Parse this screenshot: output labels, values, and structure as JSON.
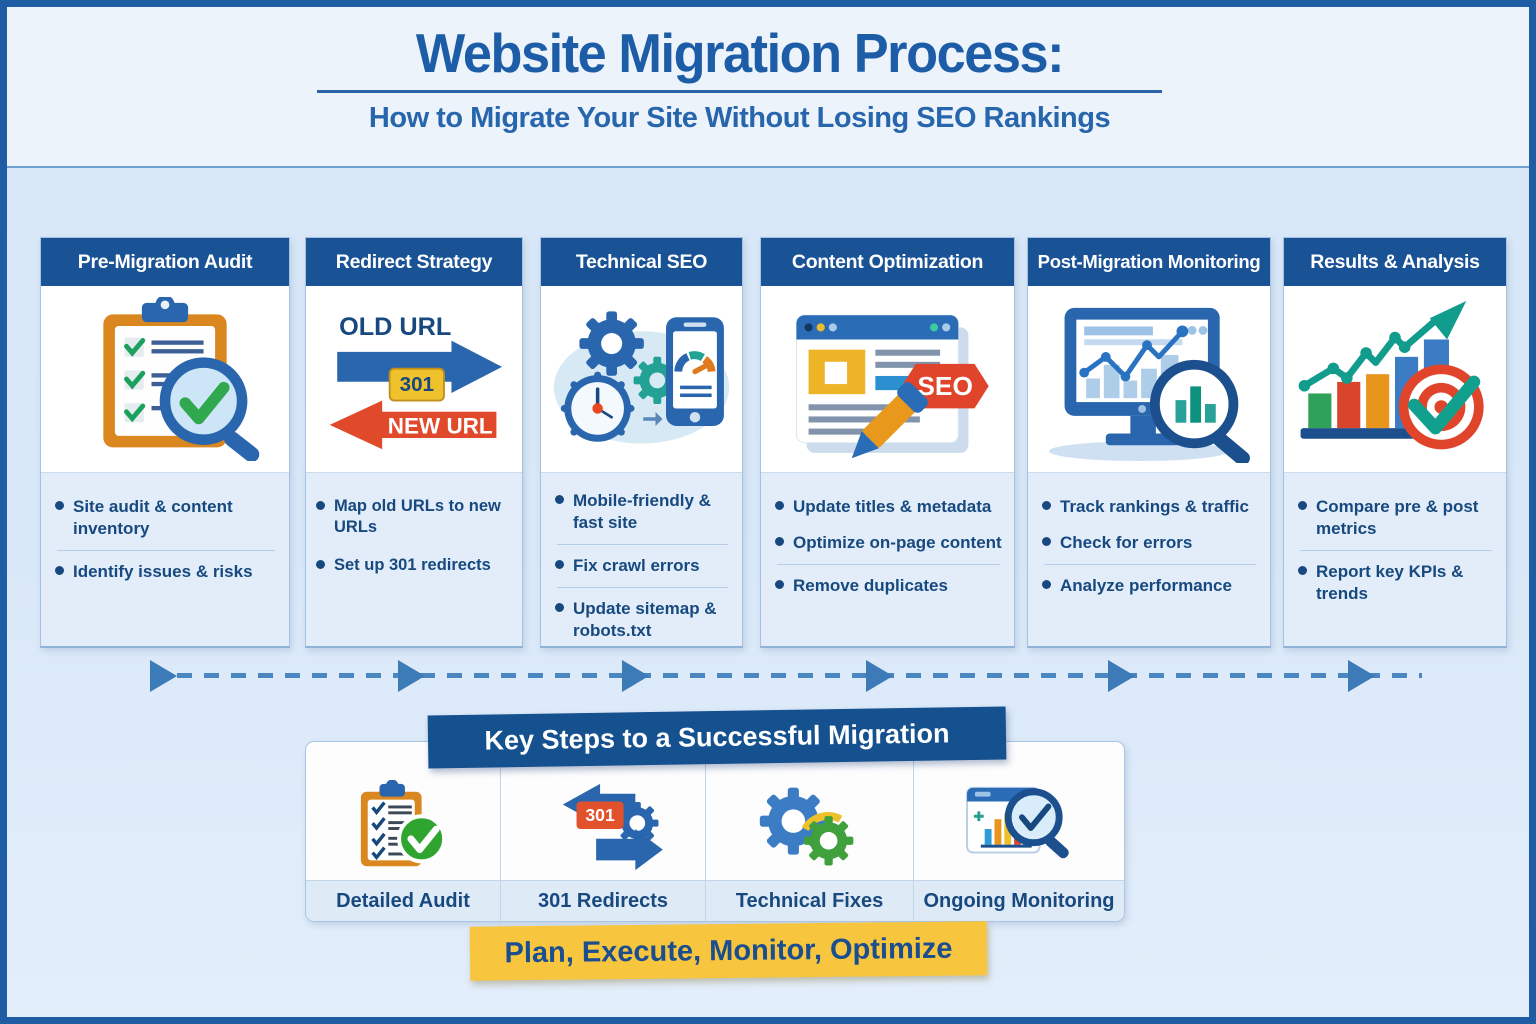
{
  "header": {
    "title": "Website Migration Process:",
    "subtitle": "How to Migrate Your Site Without Losing SEO Rankings"
  },
  "stages": [
    {
      "title": "Pre-Migration Audit",
      "icon": "clipboard-checklist-magnifier",
      "bullets": [
        "Site audit & content inventory",
        "Identify issues & risks"
      ]
    },
    {
      "title": "Redirect Strategy",
      "icon": "old-new-url-redirect-arrows",
      "icon_labels": {
        "old_url": "OLD URL",
        "new_url": "NEW URL",
        "status_code": "301"
      },
      "bullets": [
        "Map old URLs to new URLs",
        "Set up 301 redirects"
      ]
    },
    {
      "title": "Technical SEO",
      "icon": "gears-stopwatch-mobile-speedometer",
      "bullets": [
        "Mobile-friendly & fast site",
        "Fix crawl errors",
        "Update sitemap & robots.txt"
      ]
    },
    {
      "title": "Content Optimization",
      "icon": "webpage-pencil-seo-badge",
      "icon_labels": {
        "badge": "SEO"
      },
      "bullets": [
        "Update titles & metadata",
        "Optimize on-page content",
        "Remove duplicates"
      ]
    },
    {
      "title": "Post-Migration Monitoring",
      "icon": "monitor-analytics-magnifier",
      "bullets": [
        "Track rankings & traffic",
        "Check for errors",
        "Analyze performance"
      ]
    },
    {
      "title": "Results & Analysis",
      "icon": "growth-bar-chart-target-check",
      "bullets": [
        "Compare pre & post metrics",
        "Report key KPIs & trends"
      ]
    }
  ],
  "key_steps": {
    "banner_title": "Key Steps to a Successful Migration",
    "items": [
      {
        "label": "Detailed Audit",
        "icon": "clipboard-check"
      },
      {
        "label": "301 Redirects",
        "icon": "redirect-arrows-gear",
        "icon_labels": {
          "status_code": "301"
        }
      },
      {
        "label": "Technical Fixes",
        "icon": "gears"
      },
      {
        "label": "Ongoing Monitoring",
        "icon": "chart-magnifier"
      }
    ],
    "footer_banner": "Plan, Execute, Monitor, Optimize"
  },
  "colors": {
    "frame_border": "#1e5ca3",
    "card_header_bg": "#1a5296",
    "title_text": "#1d5ca6",
    "bullet_text": "#17497f",
    "card_body_bg": "#e2edf9",
    "yellow_banner_bg": "#f7c63e",
    "arrow_dash_blue": "#4a86c0",
    "seo_badge_red": "#e0452c",
    "redirect_red": "#e0492a",
    "success_green": "#2fa84f",
    "clipboard_orange": "#d9871e"
  }
}
